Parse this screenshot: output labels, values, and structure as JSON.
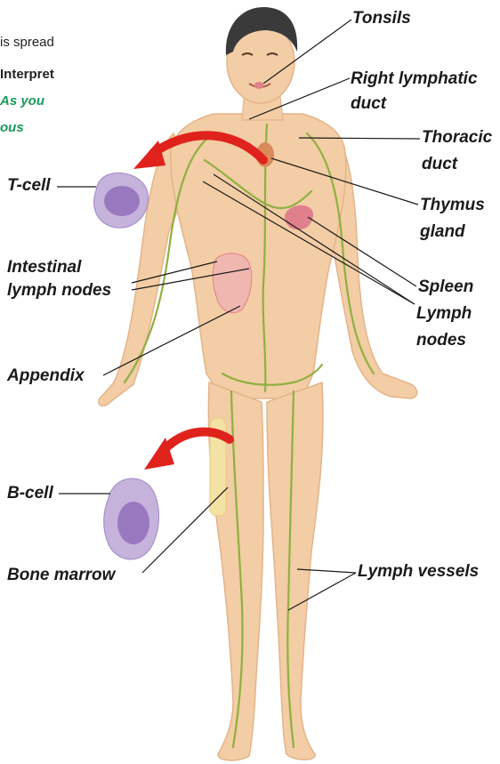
{
  "caption_fragments": {
    "line1": "is spread",
    "line2": "Interpret",
    "line3": "As you",
    "line4": "ous"
  },
  "labels": {
    "tonsils": "Tonsils",
    "right_lymphatic_duct": [
      "Right lymphatic",
      "duct"
    ],
    "thoracic_duct": [
      "Thoracic",
      "duct"
    ],
    "thymus_gland": [
      "Thymus",
      "gland"
    ],
    "spleen": "Spleen",
    "lymph_nodes": [
      "Lymph",
      "nodes"
    ],
    "t_cell": "T-cell",
    "intestinal_lymph_nodes": [
      "Intestinal",
      "lymph nodes"
    ],
    "appendix": "Appendix",
    "b_cell": "B-cell",
    "bone_marrow": "Bone marrow",
    "lymph_vessels": "Lymph vessels"
  },
  "colors": {
    "skin": "#f3cda5",
    "skin_shadow": "#e4b48a",
    "hair": "#3a3a3a",
    "lymph": "#8fb040",
    "arrow": "#e0221c",
    "cell": "#c6b3dc",
    "cell_nucleus": "#9a78c0",
    "organ": "#e0808c",
    "marrow": "#f4e2a4",
    "caption_green": "#1a9a5a"
  }
}
